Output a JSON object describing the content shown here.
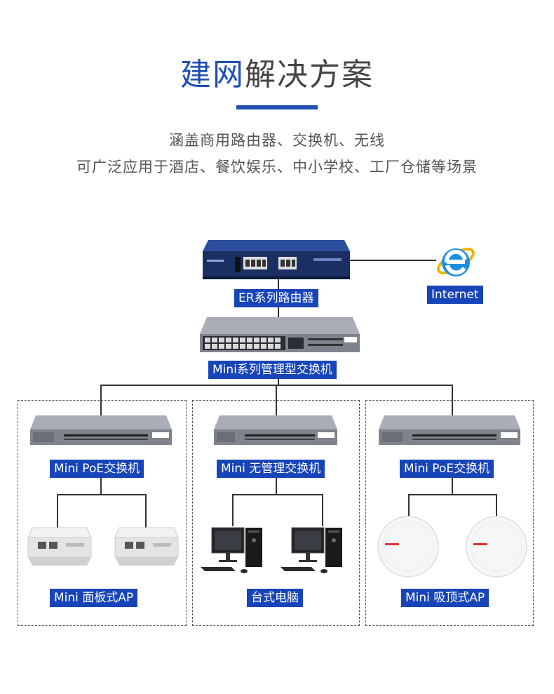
{
  "header": {
    "title_highlight": "建网",
    "title_rest": "解决方案",
    "subtitle_line1": "涵盖商用路由器、交换机、无线",
    "subtitle_line2": "可广泛应用于酒店、餐饮娱乐、中小学校、工厂仓储等场景"
  },
  "nodes": {
    "router": "ER系列路由器",
    "internet": "Internet",
    "core_switch": "Mini系列管理型交换机",
    "left_switch": "Mini PoE交换机",
    "mid_switch": "Mini 无管理交换机",
    "right_switch": "Mini PoE交换机",
    "left_device": "Mini 面板式AP",
    "mid_device": "台式电脑",
    "right_device": "Mini 吸顶式AP"
  },
  "colors": {
    "accent": "#1f4fb3",
    "label_bg": "#1745b8"
  },
  "icons": {
    "internet": "internet-explorer-icon",
    "router": "router-icon",
    "switch": "switch-icon",
    "panel_ap": "panel-ap-icon",
    "desktop": "desktop-pc-icon",
    "ceiling_ap": "ceiling-ap-icon"
  }
}
